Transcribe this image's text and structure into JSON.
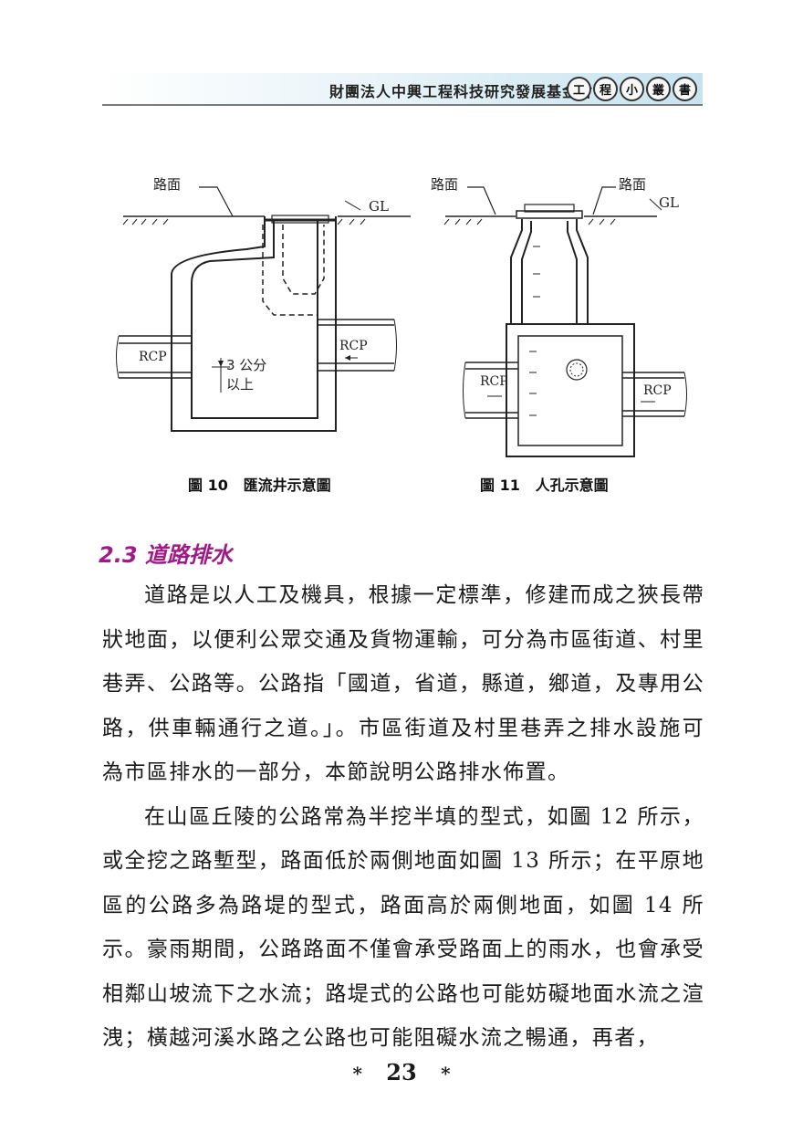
{
  "header": {
    "title": "財團法人中興工程科技研究發展基金會",
    "series": [
      "工",
      "程",
      "小",
      "叢",
      "書"
    ]
  },
  "figure10": {
    "label_road": "路面",
    "label_gl": "GL",
    "label_rcp_left": "RCP",
    "label_rcp_right": "RCP",
    "label_depth_1": "3 公分",
    "label_depth_2": "以上",
    "caption_num": "圖 10",
    "caption_text": "匯流井示意圖"
  },
  "figure11": {
    "label_road_left": "路面",
    "label_road_right": "路面",
    "label_gl": "GL",
    "label_rcp_left": "RCP",
    "label_rcp_right": "RCP",
    "caption_num": "圖 11",
    "caption_text": "人孔示意圖"
  },
  "section": {
    "number": "2.3",
    "title": "道路排水"
  },
  "paragraphs": [
    "道路是以人工及機具，根據一定標準，修建而成之狹長帶狀地面，以便利公眾交通及貨物運輸，可分為市區街道、村里巷弄、公路等。公路指「國道，省道，縣道，鄉道，及專用公路，供車輛通行之道。」。市區街道及村里巷弄之排水設施可為市區排水的一部分，本節說明公路排水佈置。",
    "在山區丘陵的公路常為半挖半填的型式，如圖 12 所示，或全挖之路塹型，路面低於兩側地面如圖 13 所示；在平原地區的公路多為路堤的型式，路面高於兩側地面，如圖 14 所示。豪雨期間，公路路面不僅會承受路面上的雨水，也會承受相鄰山坡流下之水流；路堤式的公路也可能妨礙地面水流之渲洩；橫越河溪水路之公路也可能阻礙水流之暢通，再者，"
  ],
  "footer": {
    "page_number": "23",
    "star": "*"
  }
}
